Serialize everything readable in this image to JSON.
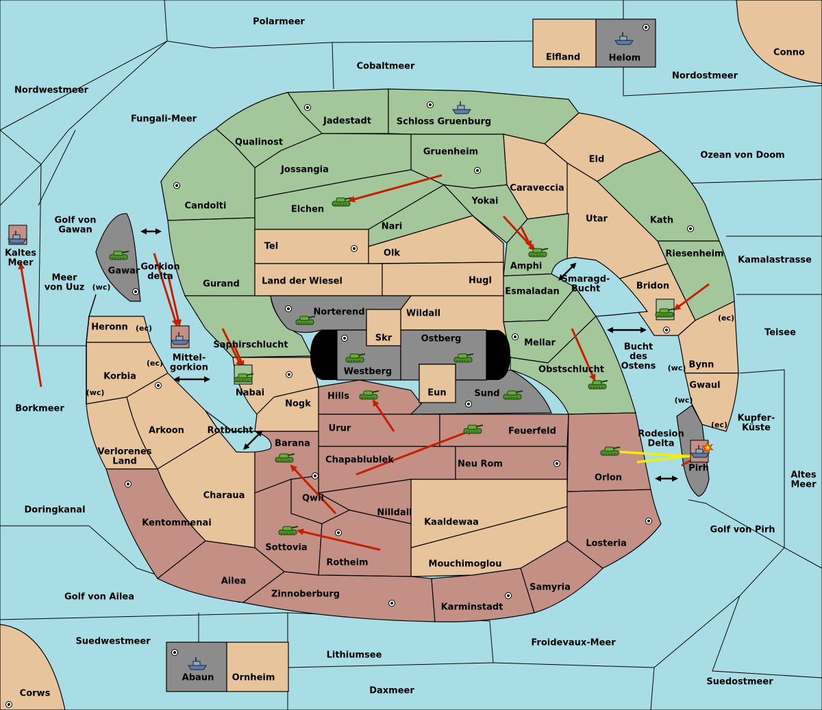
{
  "colors": {
    "sea": "#a9dde6",
    "power_green": "#a3c79b",
    "neutral_tan": "#e8c49c",
    "power_red": "#c48f85",
    "power_gray": "#8c8c8c",
    "order_arrow": "#c81e00",
    "convoy_arrow": "#f0f000"
  },
  "seas": {
    "polarmeer": "Polarmeer",
    "cobaltmeer": "Cobaltmeer",
    "nordwestmeer": "Nordwestmeer",
    "fungali_meer": "Fungali-Meer",
    "nordostmeer": "Nordostmeer",
    "ozean_von_doom": "Ozean von Doom",
    "kamalastrasse": "Kamalastrasse",
    "teisee": "Teisee",
    "kupfer_kueste": [
      "Kupfer-",
      "Küste"
    ],
    "altes_meer": [
      "Altes",
      "Meer"
    ],
    "golf_von_pirh": "Golf von Pirh",
    "sedostmeer": "Suedostmeer",
    "froidevaux_meer": "Froidevaux-Meer",
    "daxmeer": "Daxmeer",
    "lithiumsee": "Lithiumsee",
    "suedwestmeer": "Suedwestmeer",
    "golf_von_ailea": "Golf von Ailea",
    "doringkanal": "Doringkanal",
    "borkmeer": "Borkmeer",
    "meer_von_uuz": [
      "Meer",
      "von Uuz"
    ],
    "golf_von_gawan": [
      "Golf von",
      "Gawan"
    ],
    "kaltes_meer": [
      "Kaltes",
      "Meer"
    ],
    "gorkion_delta": [
      "Gorkion",
      "delta"
    ],
    "mittelgorkion": [
      "Mittel-",
      "gorkion"
    ],
    "rotbucht": "Rotbucht",
    "smaragd_bucht": [
      "Smaragd-",
      "Bucht"
    ],
    "bucht_des_ostens": [
      "Bucht",
      "des",
      "Ostens"
    ],
    "rodesion_delta": [
      "Rodesion",
      "Delta"
    ]
  },
  "corners": {
    "conno": "Conno",
    "corws": "Corws",
    "elfland": "Elfland",
    "helom": "Helom",
    "abaun": "Abaun",
    "ornheim": "Ornheim"
  },
  "territories": {
    "jadestadt": "Jadestadt",
    "schloss_gruenburg": "Schloss Gruenburg",
    "qualinost": "Qualinost",
    "gruenheim": "Gruenheim",
    "jossangia": "Jossangia",
    "eld": "Eld",
    "caraveccia": "Caraveccia",
    "candolti": "Candolti",
    "elchen": "Elchen",
    "yokai": "Yokai",
    "nari": "Nari",
    "utar": "Utar",
    "kath": "Kath",
    "tel": "Tel",
    "olk": "Olk",
    "amphi": "Amphi",
    "riesenheim": "Riesenheim",
    "gawar": "Gawar",
    "gurand": "Gurand",
    "land_der_wiesel": "Land der Wiesel",
    "hugl": "Hugl",
    "esmaladan": "Esmaladan",
    "bridon": "Bridon",
    "norterend": "Norterend",
    "wildall": "Wildall",
    "skr": "Skr",
    "heronn": "Heronn",
    "ostberg": "Ostberg",
    "mellar": "Mellar",
    "saphirschlucht": "Saphirschlucht",
    "westberg": "Westberg",
    "obstschlucht": "Obstschlucht",
    "bynn": "Bynn",
    "korbia": "Korbia",
    "nabai": "Nabai",
    "eun": "Eun",
    "sund": "Sund",
    "gwaul": "Gwaul",
    "hills": "Hills",
    "nogk": "Nogk",
    "arkoon": "Arkoon",
    "urur": "Urur",
    "feuerfeld": "Feuerfeld",
    "verlorenes_land": [
      "Verlorenes",
      "Land"
    ],
    "barana": "Barana",
    "chapablublek": "Chapablublek",
    "neu_rom": "Neu Rom",
    "orlon": "Orlon",
    "pirh": "Pirh",
    "charaua": "Charaua",
    "qwil": "Qwil",
    "nilldall": "Nilldall",
    "kaaldewaa": "Kaaldewaa",
    "kentommenai": "Kentommenai",
    "sottovia": "Sottovia",
    "rotheim": "Rotheim",
    "losteria": "Losteria",
    "mouchimoglou": "Mouchimoglou",
    "ailea": "Ailea",
    "samyria": "Samyria",
    "zinnoberburg": "Zinnoberburg",
    "karminstadt": "Karminstadt"
  },
  "coast_tags": {
    "wc": "(wc)",
    "ec": "(ec)"
  },
  "icons": {
    "army": "tank-icon",
    "fleet": "battleship-icon",
    "supply": "supply-center-icon",
    "order": "move-arrow",
    "convoy": "support-arrow",
    "adjacency": "double-arrow-icon",
    "battle": "explosion-icon"
  }
}
